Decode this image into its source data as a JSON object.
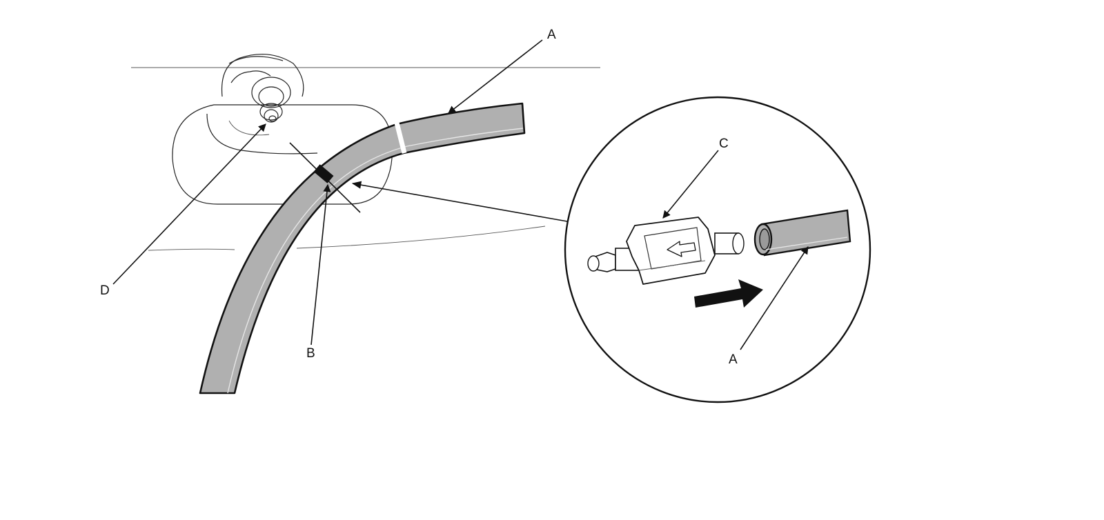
{
  "callouts": {
    "hose_top": "A",
    "hose_detail": "A",
    "mark": "B",
    "check_valve": "C",
    "nozzle": "D"
  },
  "colors": {
    "hose_fill": "#b0b0b0",
    "line": "#111111",
    "background": "#ffffff"
  }
}
